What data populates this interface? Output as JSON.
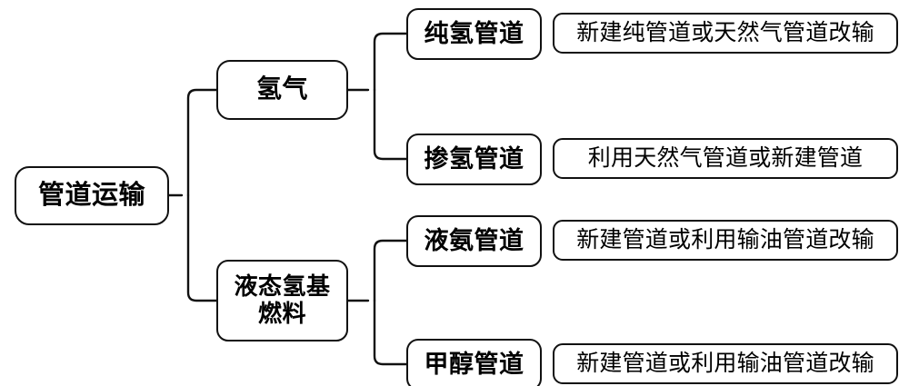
{
  "diagram": {
    "title": "管道运输",
    "type": "horizontal-tree",
    "root": {
      "id": "root",
      "label": "管道运输"
    },
    "branches": [
      {
        "id": "hydrogen",
        "label": "氢气",
        "children": [
          {
            "id": "pure-hydrogen-pipeline",
            "label": "纯氢管道",
            "description": "新建纯管道或天然气管道改输"
          },
          {
            "id": "blended-hydrogen-pipeline",
            "label": "掺氢管道",
            "description": "利用天然气管道或新建管道"
          }
        ]
      },
      {
        "id": "liquid-hydrogen-based-fuel",
        "label": "液态氢基\n燃料",
        "children": [
          {
            "id": "liquid-ammonia-pipeline",
            "label": "液氨管道",
            "description": "新建管道或利用输油管道改输"
          },
          {
            "id": "methanol-pipeline",
            "label": "甲醇管道",
            "description": "新建管道或利用输油管道改输"
          }
        ]
      }
    ],
    "colors": {
      "stroke": "#111111",
      "fill": "#ffffff",
      "text": "#000000"
    }
  }
}
